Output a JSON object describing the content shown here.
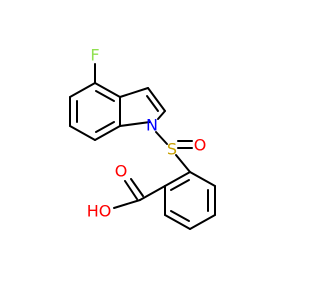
{
  "molecule": {
    "atoms": {
      "fluorine": {
        "symbol": "F",
        "color": "#90e050"
      },
      "nitrogen": {
        "symbol": "N",
        "color": "#0000ff"
      },
      "sulfur": {
        "symbol": "S",
        "color": "#c8a000"
      },
      "sulfonyl_oxygen": {
        "symbol": "O",
        "color": "#ff0000"
      },
      "carbonyl_oxygen": {
        "symbol": "O",
        "color": "#ff0000"
      },
      "hydroxyl": {
        "symbol": "HO",
        "color": "#ff0000"
      }
    },
    "bond_color": "#000000"
  }
}
